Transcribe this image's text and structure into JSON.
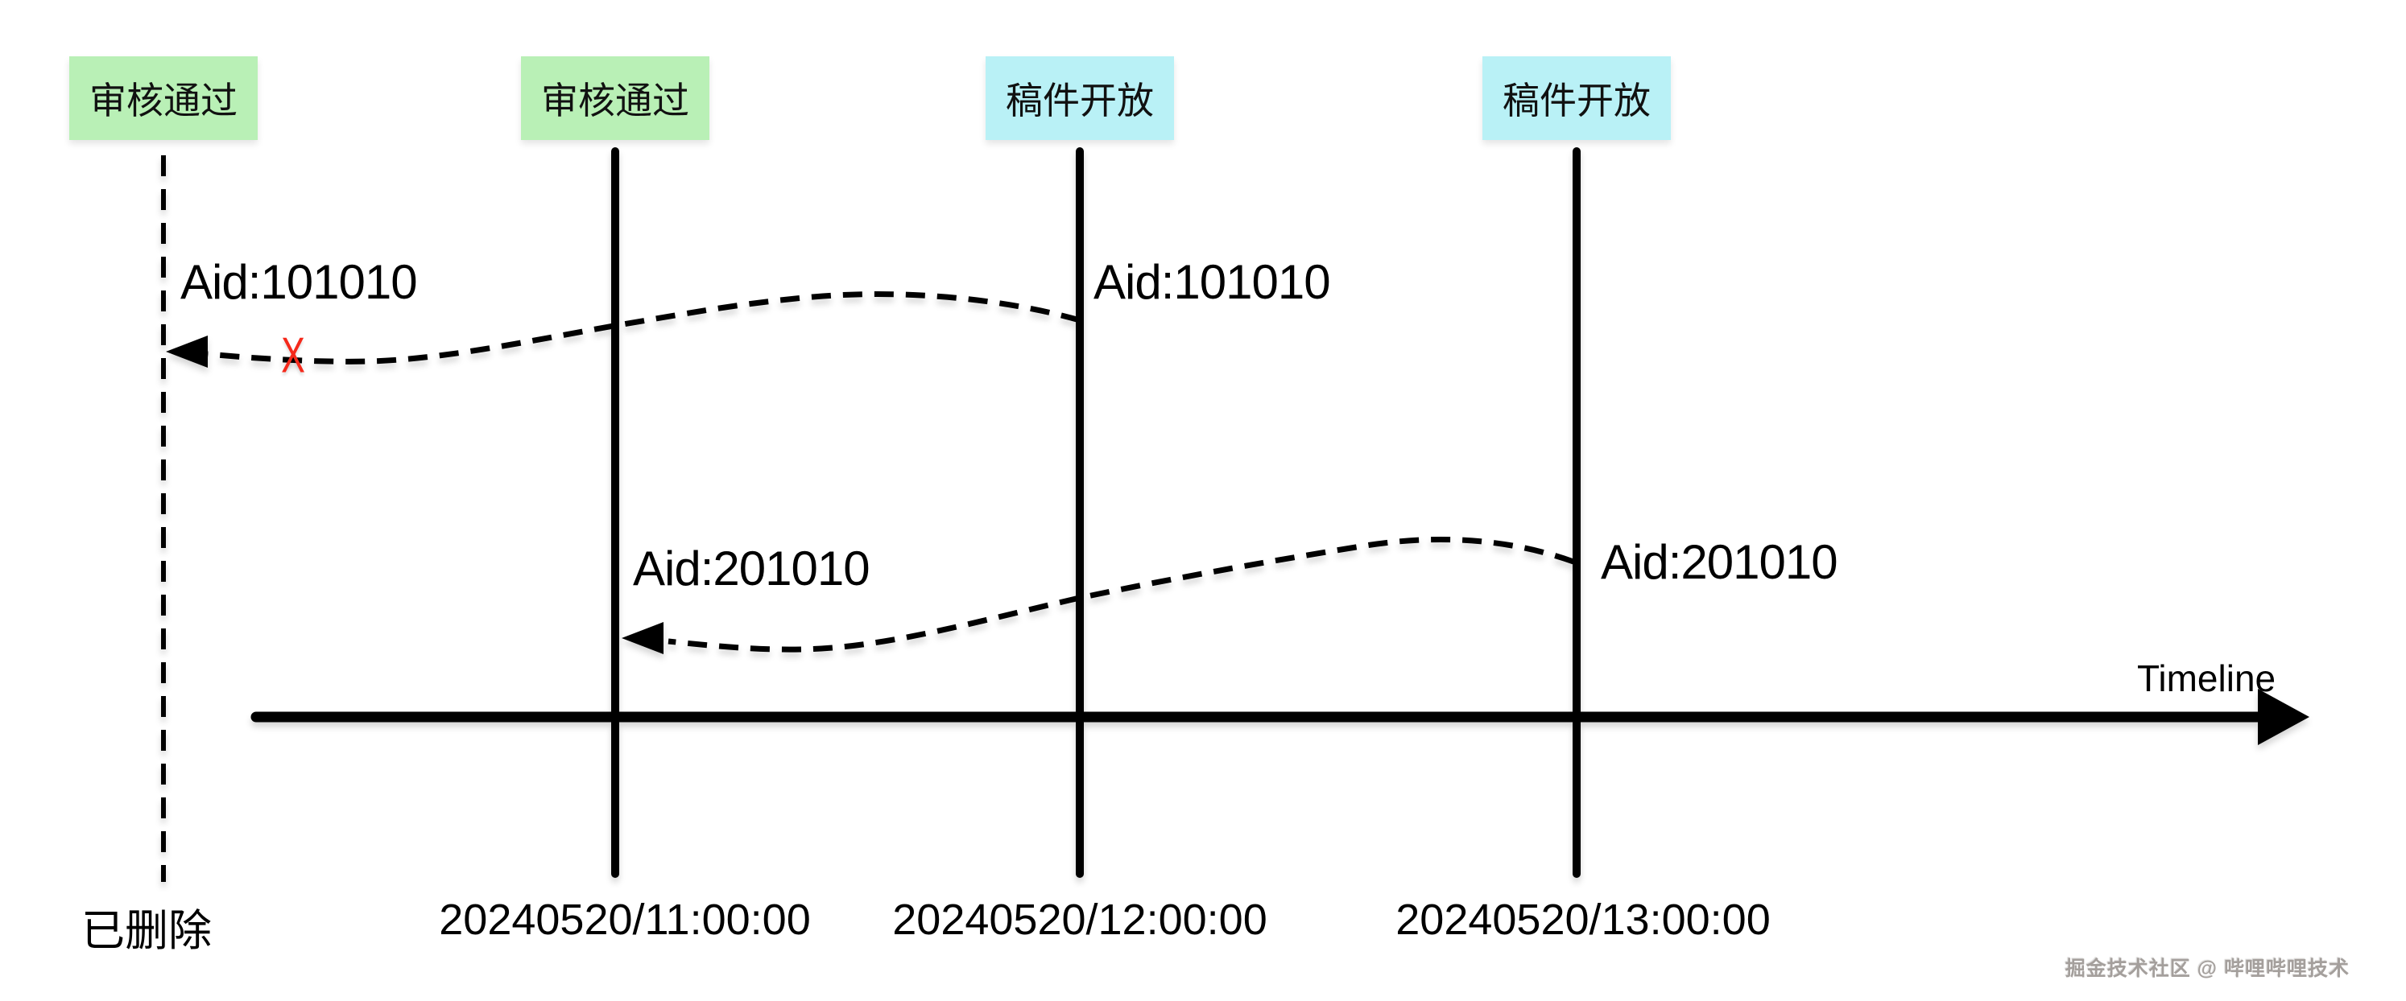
{
  "watermark": {
    "text": "掘金技术社区 @ 哔哩哔哩技术",
    "color": "#a49f9c"
  },
  "timeline": {
    "axis_label": "Timeline",
    "axis_color": "#000000",
    "events": [
      {
        "status": "审核通过",
        "status_color": "#b9f0b6",
        "time": "已删除",
        "line_style": "dashed"
      },
      {
        "status": "审核通过",
        "status_color": "#b9f0b6",
        "time": "20240520/11:00:00",
        "line_style": "solid"
      },
      {
        "status": "稿件开放",
        "status_color": "#b9f1f6",
        "time": "20240520/12:00:00",
        "line_style": "solid"
      },
      {
        "status": "稿件开放",
        "status_color": "#b9f1f6",
        "time": "20240520/13:00:00",
        "line_style": "solid"
      }
    ],
    "flows": [
      {
        "label_at_source": "Aid:101010",
        "label_at_target": "Aid:101010",
        "from_event_index": 2,
        "to_event_index": 0,
        "blocked": true,
        "blocked_marker": "X",
        "blocked_color": "#f5291b"
      },
      {
        "label_at_source": "Aid:201010",
        "label_at_target": "Aid:201010",
        "from_event_index": 3,
        "to_event_index": 1,
        "blocked": false
      }
    ]
  }
}
